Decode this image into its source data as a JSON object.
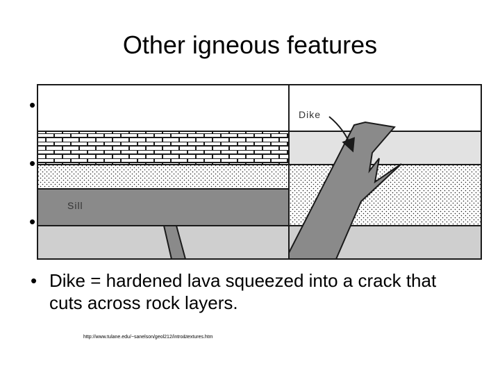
{
  "slide": {
    "title": "Other igneous features",
    "bullets": [
      "Dike = hardened lava squeezed into a crack that cuts across rock layers."
    ],
    "source_url": "http://www.tulane.edu/~sanelson/geol212/intro&textures.htm"
  },
  "diagram": {
    "labels": {
      "dike": "Dike",
      "sill": "Sill"
    },
    "colors": {
      "intrusion": "#8a8a8a",
      "sky": "#ffffff",
      "pale_layer": "#e2e2e2",
      "bottom_layer": "#cfcfcf",
      "line": "#1a1a1a"
    }
  }
}
